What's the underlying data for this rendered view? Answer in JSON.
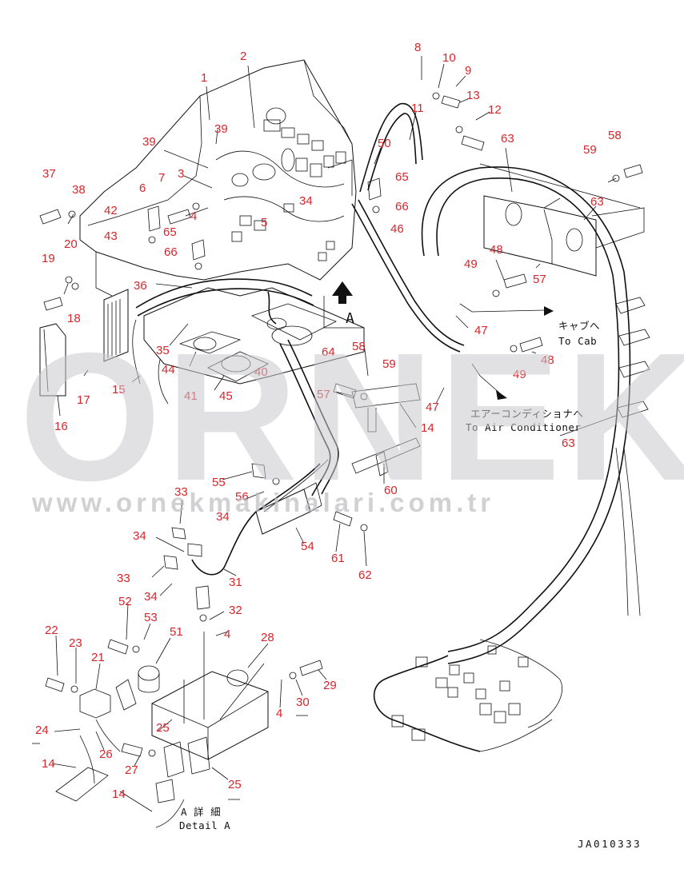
{
  "watermark": {
    "brand": "ORNEK",
    "url": "www.ornekmakinalari.com.tr",
    "color": "#c9c9cc"
  },
  "drawing": {
    "code": "JA010333",
    "view_label": "A",
    "notes": {
      "cab_jp": "キャブへ",
      "cab_en": "To Cab",
      "aircon_jp": "エアーコンディショナへ",
      "aircon_en": "To Air Conditioner",
      "detail_jp": "A 詳 細",
      "detail_en": "Detail A"
    }
  },
  "callouts": [
    {
      "label": "1"
    },
    {
      "label": "2"
    },
    {
      "label": "39"
    },
    {
      "label": "39"
    },
    {
      "label": "3"
    },
    {
      "label": "7"
    },
    {
      "label": "6"
    },
    {
      "label": "4"
    },
    {
      "label": "5"
    },
    {
      "label": "65"
    },
    {
      "label": "42"
    },
    {
      "label": "43"
    },
    {
      "label": "66"
    },
    {
      "label": "37"
    },
    {
      "label": "38"
    },
    {
      "label": "20"
    },
    {
      "label": "19"
    },
    {
      "label": "18"
    },
    {
      "label": "36"
    },
    {
      "label": "35"
    },
    {
      "label": "44"
    },
    {
      "label": "41"
    },
    {
      "label": "45"
    },
    {
      "label": "40"
    },
    {
      "label": "64"
    },
    {
      "label": "15"
    },
    {
      "label": "17"
    },
    {
      "label": "16"
    },
    {
      "label": "8"
    },
    {
      "label": "10"
    },
    {
      "label": "9"
    },
    {
      "label": "11"
    },
    {
      "label": "13"
    },
    {
      "label": "12"
    },
    {
      "label": "50"
    },
    {
      "label": "65"
    },
    {
      "label": "34"
    },
    {
      "label": "66"
    },
    {
      "label": "46"
    },
    {
      "label": "63"
    },
    {
      "label": "58"
    },
    {
      "label": "59"
    },
    {
      "label": "63"
    },
    {
      "label": "48"
    },
    {
      "label": "49"
    },
    {
      "label": "57"
    },
    {
      "label": "47"
    },
    {
      "label": "48"
    },
    {
      "label": "49"
    },
    {
      "label": "58"
    },
    {
      "label": "59"
    },
    {
      "label": "57"
    },
    {
      "label": "47"
    },
    {
      "label": "14"
    },
    {
      "label": "63"
    },
    {
      "label": "55"
    },
    {
      "label": "56"
    },
    {
      "label": "60"
    },
    {
      "label": "33"
    },
    {
      "label": "34"
    },
    {
      "label": "34"
    },
    {
      "label": "54"
    },
    {
      "label": "61"
    },
    {
      "label": "62"
    },
    {
      "label": "33"
    },
    {
      "label": "34"
    },
    {
      "label": "31"
    },
    {
      "label": "52"
    },
    {
      "label": "32"
    },
    {
      "label": "53"
    },
    {
      "label": "51"
    },
    {
      "label": "4"
    },
    {
      "label": "28"
    },
    {
      "label": "22"
    },
    {
      "label": "23"
    },
    {
      "label": "21"
    },
    {
      "label": "29"
    },
    {
      "label": "30"
    },
    {
      "label": "4"
    },
    {
      "label": "24"
    },
    {
      "label": "25"
    },
    {
      "label": "26"
    },
    {
      "label": "14"
    },
    {
      "label": "27"
    },
    {
      "label": "25"
    },
    {
      "label": "14"
    }
  ]
}
